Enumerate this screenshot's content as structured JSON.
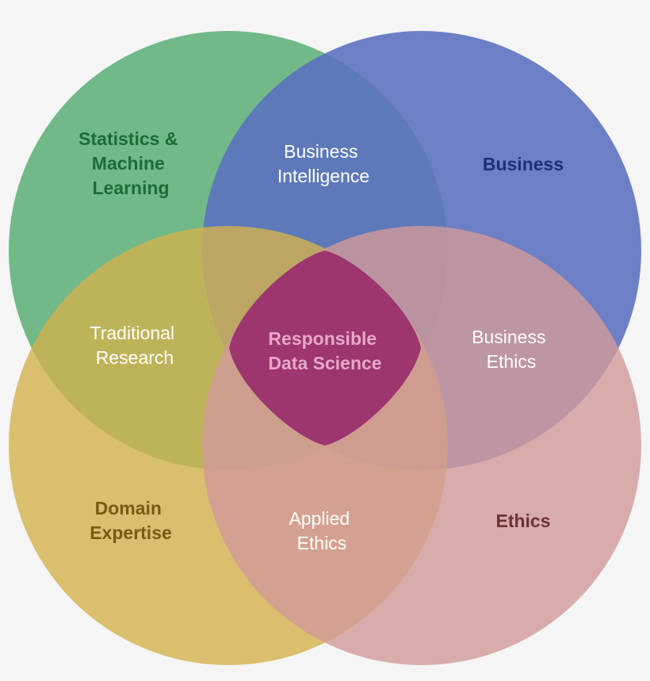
{
  "colors": {
    "background": "#f5f5f5",
    "statistics_circle": "#5fb07a",
    "business_circle": "#5a6fbf",
    "domain_circle": "#d3b14e",
    "ethics_circle": "#d29a9a",
    "center": "#9a2f6e",
    "statistics_text": "#1e6b36",
    "business_text": "#1f2f7a",
    "domain_text": "#7a5a10",
    "ethics_text": "#6e3232",
    "center_text": "#e7a9c8",
    "overlap_text": "#ffffff"
  },
  "circles": {
    "statistics": [
      "Statistics &",
      "Machine",
      "Learning"
    ],
    "business": [
      "Business"
    ],
    "domain": [
      "Domain",
      "Expertise"
    ],
    "ethics": [
      "Ethics"
    ]
  },
  "overlaps": {
    "business_intelligence": [
      "Business",
      "Intelligence"
    ],
    "traditional_research": [
      "Traditional",
      "Research"
    ],
    "business_ethics": [
      "Business",
      "Ethics"
    ],
    "applied_ethics": [
      "Applied",
      "Ethics"
    ]
  },
  "center": [
    "Responsible",
    "Data Science"
  ]
}
